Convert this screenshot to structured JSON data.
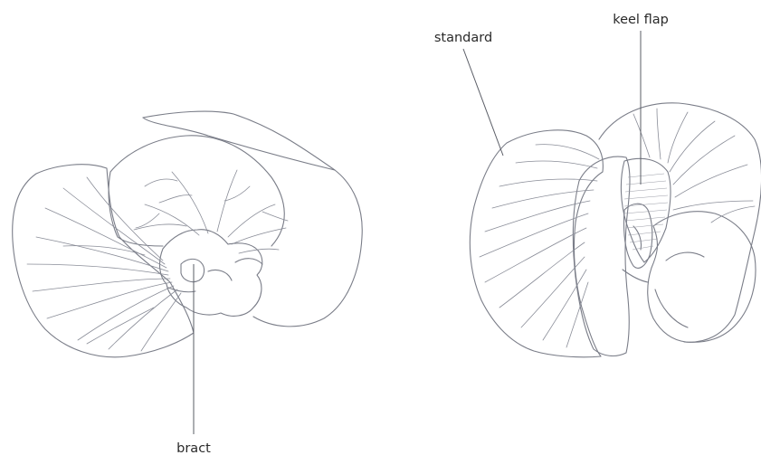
{
  "labels": {
    "bract": "bract",
    "standard": "standard",
    "keel_flap": "keel flap"
  },
  "colors": {
    "background": "#ffffff",
    "line": "#7a7d88",
    "text": "#2a2a2a"
  }
}
